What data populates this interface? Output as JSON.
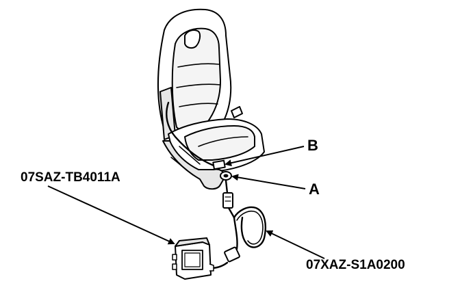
{
  "callouts": {
    "b": "B",
    "a": "A",
    "left_part_number": "07SAZ-TB4011A",
    "right_part_number": "07XAZ-S1A0200"
  },
  "colors": {
    "ink": "#000000",
    "paper": "#ffffff",
    "shade": "#d9d9d9"
  },
  "icons": {
    "seat": "seat-illustration",
    "tester": "tester-box-illustration",
    "harness": "harness-cable-illustration"
  }
}
